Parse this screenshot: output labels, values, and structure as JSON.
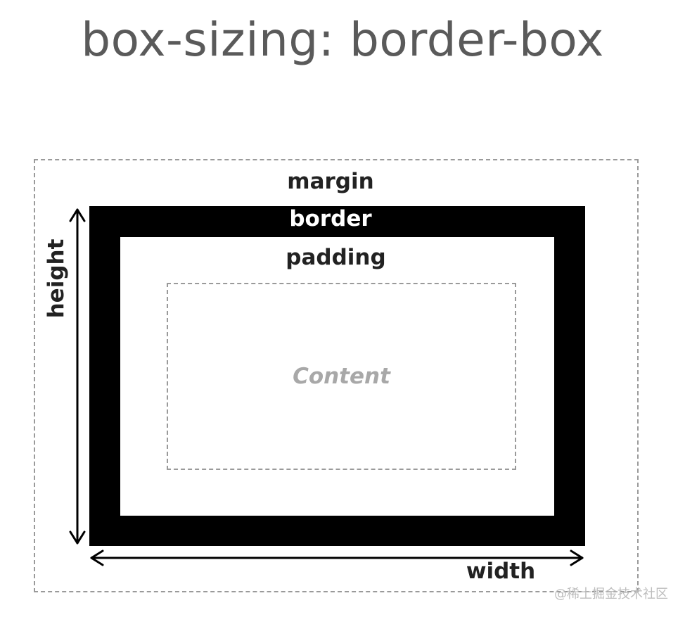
{
  "title": "box-sizing: border-box",
  "labels": {
    "margin": "margin",
    "border": "border",
    "padding": "padding",
    "content": "Content",
    "width": "width",
    "height": "height"
  },
  "watermark": "@稀土掘金技术社区",
  "colors": {
    "title": "#5a5a5a",
    "border_fill": "#000000",
    "dashed_outline": "#9a9a9a",
    "content_label": "#a8a8a8",
    "label_text": "#222222"
  }
}
